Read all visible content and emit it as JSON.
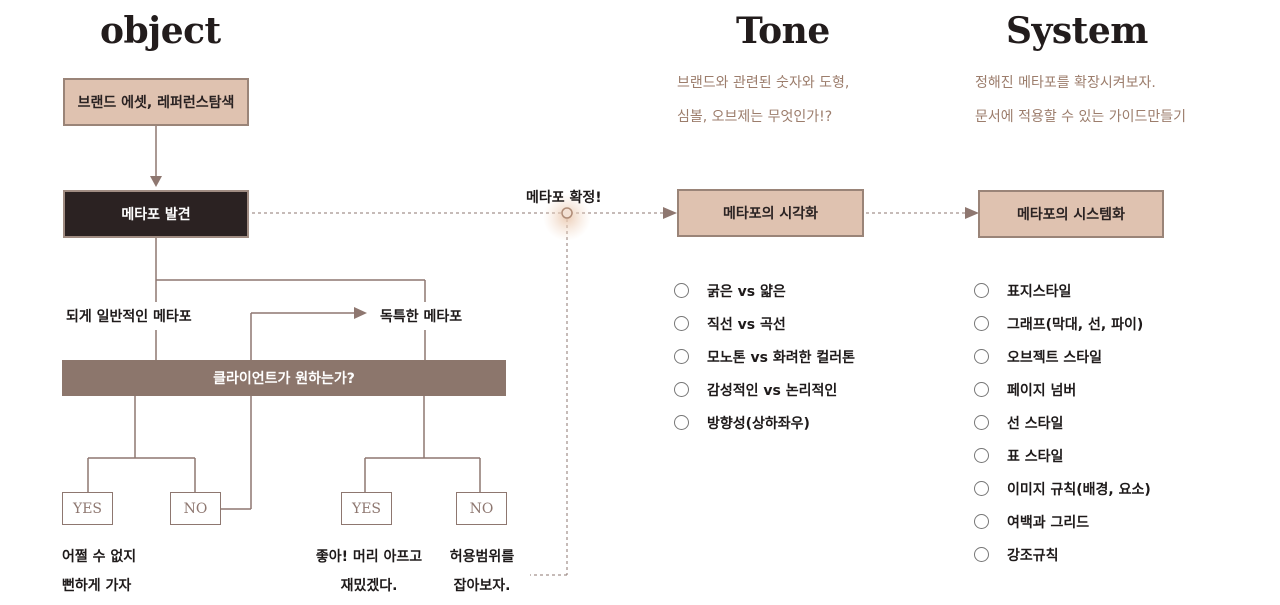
{
  "columns": {
    "object": "object",
    "tone": "Tone",
    "system": "System"
  },
  "object": {
    "brand_box": "브랜드 에셋, 레퍼런스탐색",
    "metaphor_box": "메타포 발견",
    "common_label": "되게 일반적인 메타포",
    "unique_label": "독특한 메타포",
    "question_bar": "클라이언트가 원하는가?",
    "yes1": "YES",
    "no1": "NO",
    "yes2": "YES",
    "no2": "NO",
    "outcome1": [
      "어쩔 수 없지",
      "뻔하게 가자"
    ],
    "outcome2": [
      "좋아! 머리 아프고",
      "재밌겠다."
    ],
    "outcome3": [
      "허용범위를",
      "잡아보자."
    ]
  },
  "confirm_label": "메타포 확정!",
  "tone": {
    "desc": [
      "브랜드와 관련된 숫자와 도형,",
      "심볼, 오브제는 무엇인가!?"
    ],
    "box": "메타포의 시각화",
    "items": [
      "굵은 vs 얇은",
      "직선 vs 곡선",
      "모노톤 vs 화려한 컬러톤",
      "감성적인 vs 논리적인",
      "방향성(상하좌우)"
    ]
  },
  "system": {
    "desc": [
      "정해진 메타포를 확장시켜보자.",
      "문서에 적용할 수 있는 가이드만들기"
    ],
    "box": "메타포의 시스템화",
    "items": [
      "표지스타일",
      "그래프(막대, 선, 파이)",
      "오브젝트 스타일",
      "페이지 넘버",
      "선 스타일",
      "표 스타일",
      "이미지 규칙(배경, 요소)",
      "여백과 그리드",
      "강조규칙"
    ]
  },
  "colors": {
    "tan": "#dfc2b0",
    "dark": "#2b2222",
    "brown": "#8c766c",
    "line": "#8e7770",
    "accent_text": "#9c7d6c"
  }
}
